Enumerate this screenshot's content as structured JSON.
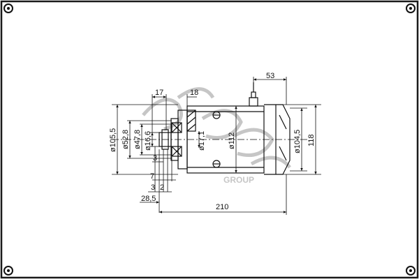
{
  "colors": {
    "frame": "#1a1a1a",
    "line": "#111111",
    "watermark": "#b8b8b8",
    "background": "#ffffff"
  },
  "dimensions": {
    "d53": "53",
    "d17": "17",
    "d18": "18",
    "d105_5": "ø105,5",
    "d52_8": "ø52,8",
    "d47_8": "ø47,8",
    "d16_6": "ø16,6",
    "d17_1": "ø17,1",
    "d112": "ø112",
    "d104_5": "ø104,5",
    "d118": "118",
    "d3": "3",
    "d7": "7",
    "d3b": "3",
    "d2": "2",
    "d28_5": "28,5",
    "d210": "210"
  },
  "icons": [
    "corner-bolt-icon",
    "watermark-logo-icon"
  ]
}
